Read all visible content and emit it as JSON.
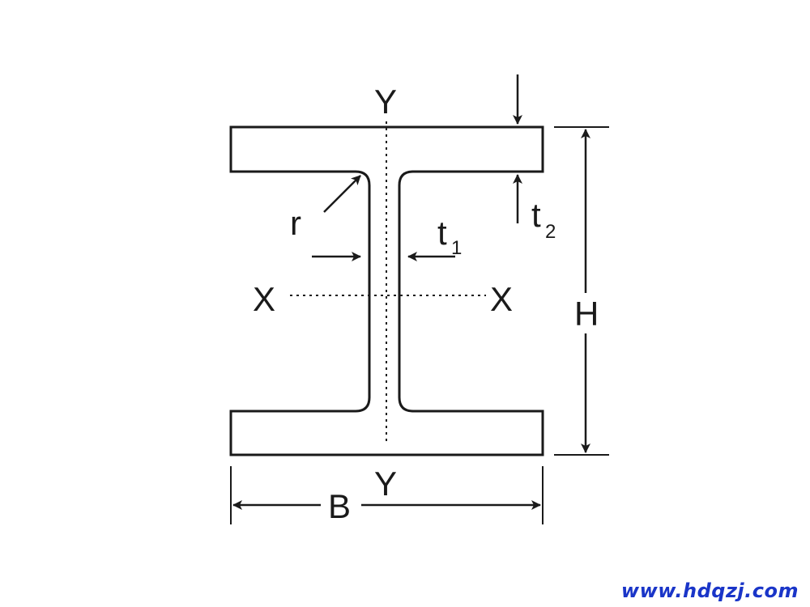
{
  "labels": {
    "y_top": "Y",
    "y_bottom": "Y",
    "x_left": "X",
    "x_right": "X",
    "radius": "r",
    "web_thickness": "t",
    "web_thickness_sub": "1",
    "flange_thickness": "t",
    "flange_thickness_sub": "2",
    "height": "H",
    "width": "B"
  },
  "watermark": {
    "text": "www.hdqzj.com",
    "color": "#1a35c8"
  },
  "colors": {
    "line": "#1a1a1a",
    "background": "#ffffff"
  }
}
